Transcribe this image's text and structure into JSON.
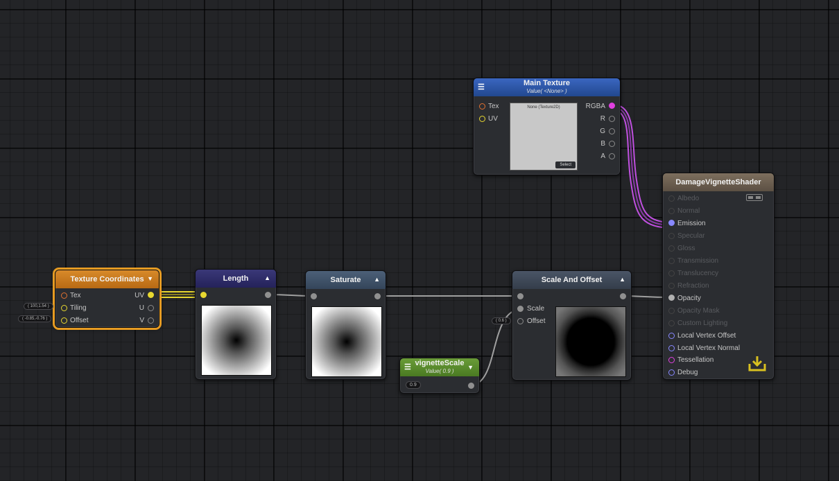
{
  "nodes": {
    "main_texture": {
      "title": "Main Texture",
      "subtitle": "Value( <None> )",
      "inputs": [
        "Tex",
        "UV"
      ],
      "outputs": [
        "RGBA",
        "R",
        "G",
        "B",
        "A"
      ],
      "slot_name": "None (Texture2D)",
      "select_label": "Select"
    },
    "output": {
      "title": "DamageVignetteShader",
      "inputs": [
        "Albedo",
        "Normal",
        "Emission",
        "Specular",
        "Gloss",
        "Transmission",
        "Translucency",
        "Refraction",
        "Opacity",
        "Opacity Mask",
        "Custom Lighting",
        "Local Vertex Offset",
        "Local Vertex Normal",
        "Tessellation",
        "Debug"
      ]
    },
    "tex_coords": {
      "title": "Texture Coordinates",
      "inputs": [
        "Tex",
        "Tiling",
        "Offset"
      ],
      "outputs": [
        "UV",
        "U",
        "V"
      ],
      "tiling_value": "( 100,1.54 )",
      "offset_value": "( -0.85,-0.76 )"
    },
    "length": {
      "title": "Length"
    },
    "saturate": {
      "title": "Saturate"
    },
    "scale_offset": {
      "title": "Scale And Offset",
      "inputs": [
        "Scale",
        "Offset"
      ],
      "offset_value": "( 0.6 )"
    },
    "vignette": {
      "title": "vignetteScale",
      "subtitle": "Value( 0.9 )",
      "value": "0.9"
    }
  },
  "colors": {
    "selected_outline": "#e69b22",
    "main_texture_header": "#2d55a8",
    "output_header": "#6b5e4f",
    "tex_coords_header": "#c9781f",
    "length_header": "#2e2d6a",
    "saturate_header": "#3e5066",
    "scale_offset_header": "#3e4756",
    "vignette_header": "#5a8a2c",
    "wire_pink": "#c050e0",
    "wire_yellow": "#e8d830",
    "wire_grey": "#9a9a9a"
  },
  "icons": {
    "menu": "hamburger-menu-icon",
    "collapse": "triangle-icon",
    "save": "download-tray-icon"
  }
}
